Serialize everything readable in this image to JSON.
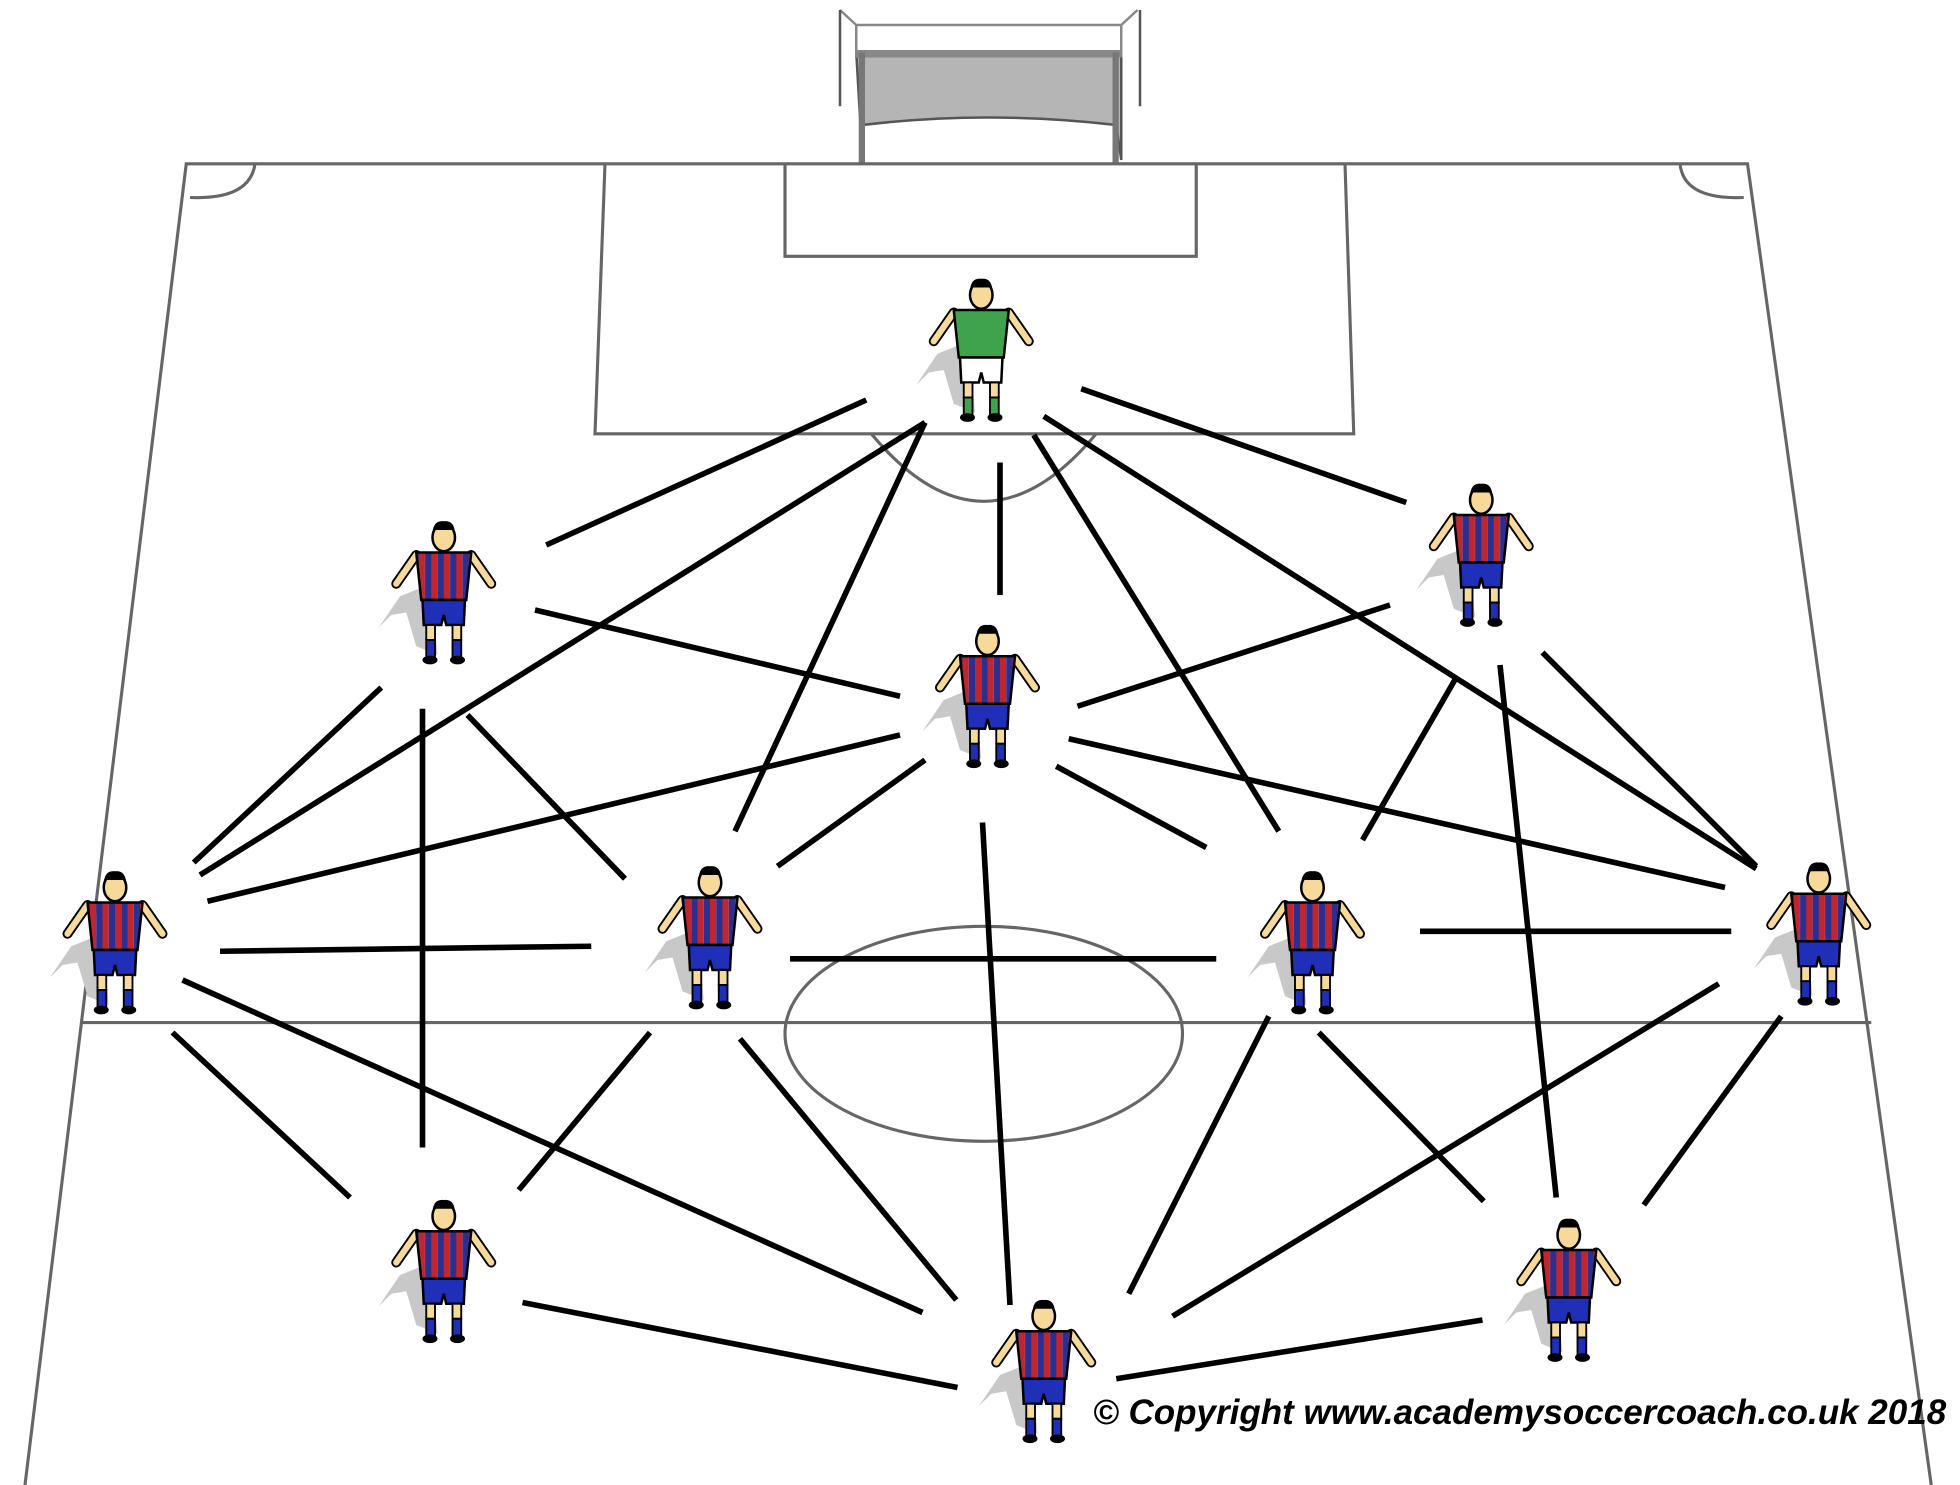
{
  "copyright": "© Copyright www.academysoccercoach.co.uk 2018",
  "colors": {
    "pitch_line": "#666666",
    "pass_line": "#000000",
    "goal_net": "#b5b5b5",
    "keeper_shirt": "#3fa34d",
    "keeper_shorts": "#ffffff",
    "keeper_socks": "#3fa34d",
    "team_stripe_a": "#c0262d",
    "team_stripe_b": "#2b2f8f",
    "team_shorts": "#1f2fb8",
    "team_socks": "#1f2fb8",
    "skin": "#f7d99a",
    "shadow": "#c8c8c8"
  },
  "players": [
    {
      "role": "goalkeeper",
      "team": "keeper"
    },
    {
      "role": "outfield",
      "team": "team"
    },
    {
      "role": "outfield",
      "team": "team"
    },
    {
      "role": "outfield",
      "team": "team"
    },
    {
      "role": "outfield",
      "team": "team"
    },
    {
      "role": "outfield",
      "team": "team"
    },
    {
      "role": "outfield",
      "team": "team"
    },
    {
      "role": "outfield",
      "team": "team"
    },
    {
      "role": "outfield",
      "team": "team"
    },
    {
      "role": "outfield",
      "team": "team"
    },
    {
      "role": "outfield",
      "team": "team"
    }
  ]
}
